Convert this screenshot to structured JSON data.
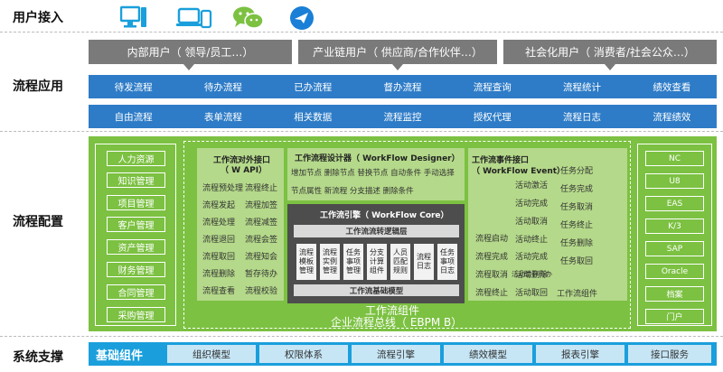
{
  "sections": {
    "user_access": "用户接入",
    "process_app": "流程应用",
    "process_config": "流程配置",
    "system_support": "系统支撑"
  },
  "user_groups": [
    "内部用户（ 领导/员工…）",
    "产业链用户（ 供应商/合作伙伴…）",
    "社会化用户（ 消费者/社会公众…）"
  ],
  "app_row1": [
    "待发流程",
    "待办流程",
    "已办流程",
    "督办流程",
    "流程查询",
    "流程统计",
    "绩效查看"
  ],
  "app_row2": [
    "自由流程",
    "表单流程",
    "相关数据",
    "流程监控",
    "授权代理",
    "流程日志",
    "流程绩效"
  ],
  "left_items": [
    "人力资源",
    "知识管理",
    "项目管理",
    "客户管理",
    "资产管理",
    "财务管理",
    "合同管理",
    "采购管理"
  ],
  "right_items": [
    "NC",
    "U8",
    "EAS",
    "K/3",
    "SAP",
    "Oracle",
    "档案",
    "门户"
  ],
  "api_panel": {
    "title1": "工作流对外接口",
    "title2": "（ W API）",
    "col1": [
      "流程预处理",
      "流程发起",
      "流程处理",
      "流程退回",
      "流程取回",
      "流程删除",
      "流程查看"
    ],
    "col2": [
      "流程终止",
      "流程加签",
      "流程减签",
      "流程会签",
      "流程知会",
      "暂存待办",
      "流程校验"
    ]
  },
  "designer_panel": {
    "title": "工作流程设计器（ WorkFlow Designer）",
    "line1": "增加节点  删除节点 替换节点 自动条件 手动选择",
    "line2": "节点属性   新流程    分支描述   删除条件"
  },
  "event_panel": {
    "title1": "工作流事件接口",
    "title2": "（ WorkFlow Event）",
    "col1": [
      "流程启动",
      "流程完成",
      "流程取消",
      "流程终止"
    ],
    "col2": [
      "活动激活",
      "活动完成",
      "活动取消",
      "活动终止",
      "活动完成",
      "活动删除",
      "活动暂存待办",
      "活动取回"
    ],
    "col3": [
      "任务分配",
      "任务完成",
      "任务取消",
      "任务终止",
      "任务删除",
      "任务取回"
    ],
    "footer": "工作流组件"
  },
  "engine": {
    "title": "工作流引擎（ WorkFlow Core）",
    "logic": "工作流流转逻辑层",
    "cells": [
      "流程模板管理",
      "流程实例管理",
      "任务事项管理",
      "分支计算组件",
      "人员匹配规则",
      "流程日志",
      "任务事项日志"
    ],
    "base": "工作流基础模型"
  },
  "center_labels": {
    "component": "工作流组件",
    "bus": "企业流程总线（ EBPM B）"
  },
  "system": {
    "label": "基础组件",
    "items": [
      "组织模型",
      "权限体系",
      "流程引擎",
      "绩效模型",
      "报表引擎",
      "接口服务"
    ]
  },
  "colors": {
    "grey": "#7a7a7a",
    "blue": "#2e7cc7",
    "green": "#7cc142",
    "light_green": "#b4d98a",
    "dark": "#4d4d4d",
    "cyan": "#1a9fdc"
  },
  "icons": [
    "desktop-icon",
    "devices-icon",
    "wechat-icon",
    "bird-icon"
  ]
}
